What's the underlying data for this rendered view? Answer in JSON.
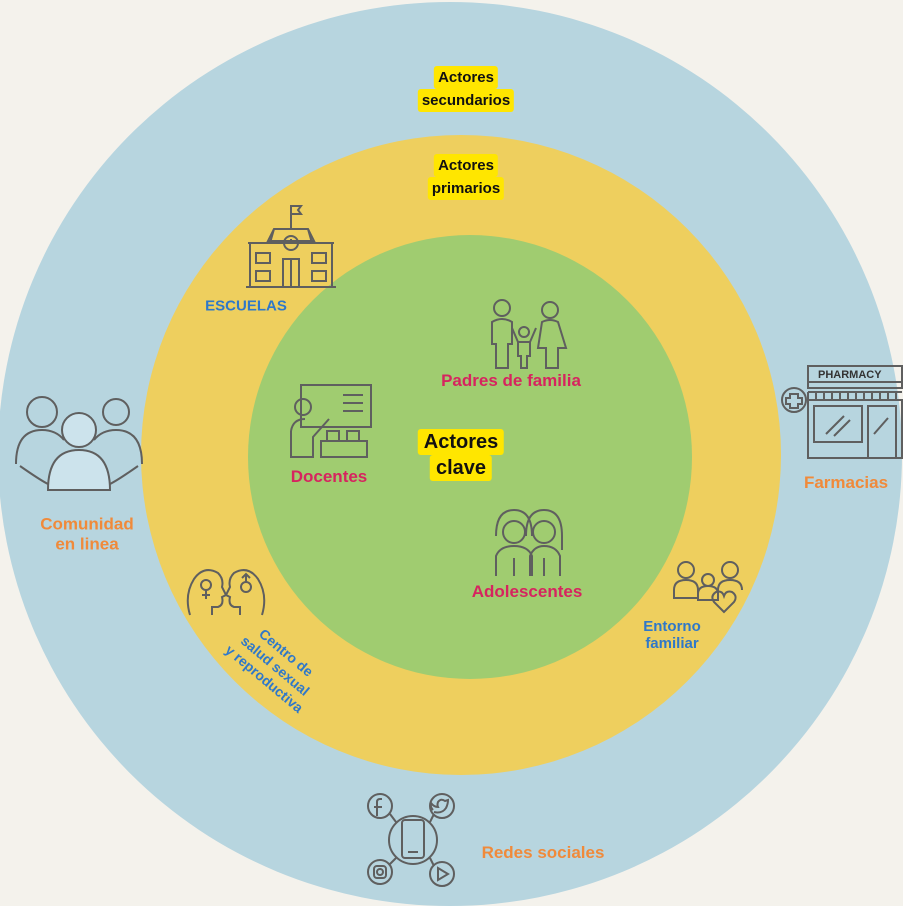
{
  "colors": {
    "background": "#f4f2ec",
    "outer_ring": "#b7d5df",
    "middle_ring": "#eecf5e",
    "inner_circle": "#a0cc70",
    "highlight": "#ffe600",
    "key_actor_text": "#d6245f",
    "secondary_text": "#f08a3a",
    "primary_text": "#2f78c9",
    "icon_stroke": "#5f5f5f"
  },
  "rings": {
    "secondary_label": [
      "Actores",
      "secundarios"
    ],
    "primary_label": [
      "Actores",
      "primarios"
    ],
    "center_label": [
      "Actores",
      "clave"
    ]
  },
  "key_actors": {
    "parents": "Padres de familia",
    "teachers": "Docentes",
    "adolescents": "Adolescentes"
  },
  "primary_actors": {
    "schools": "ESCUELAS",
    "health_center": [
      "Centro de",
      "salud sexual",
      "y reproductiva"
    ],
    "family": [
      "Entorno",
      "familiar"
    ]
  },
  "secondary_actors": {
    "online_community": [
      "Comunidad",
      "en linea"
    ],
    "pharmacies": "Farmacias",
    "pharmacy_sign": "PHARMACY",
    "social_networks": "Redes sociales"
  },
  "icons": [
    "school-icon",
    "parents-child-icon",
    "teacher-board-icon",
    "teenagers-icon",
    "gender-heads-icon",
    "family-heart-icon",
    "community-people-icon",
    "pharmacy-store-icon",
    "social-media-phone-icon"
  ]
}
